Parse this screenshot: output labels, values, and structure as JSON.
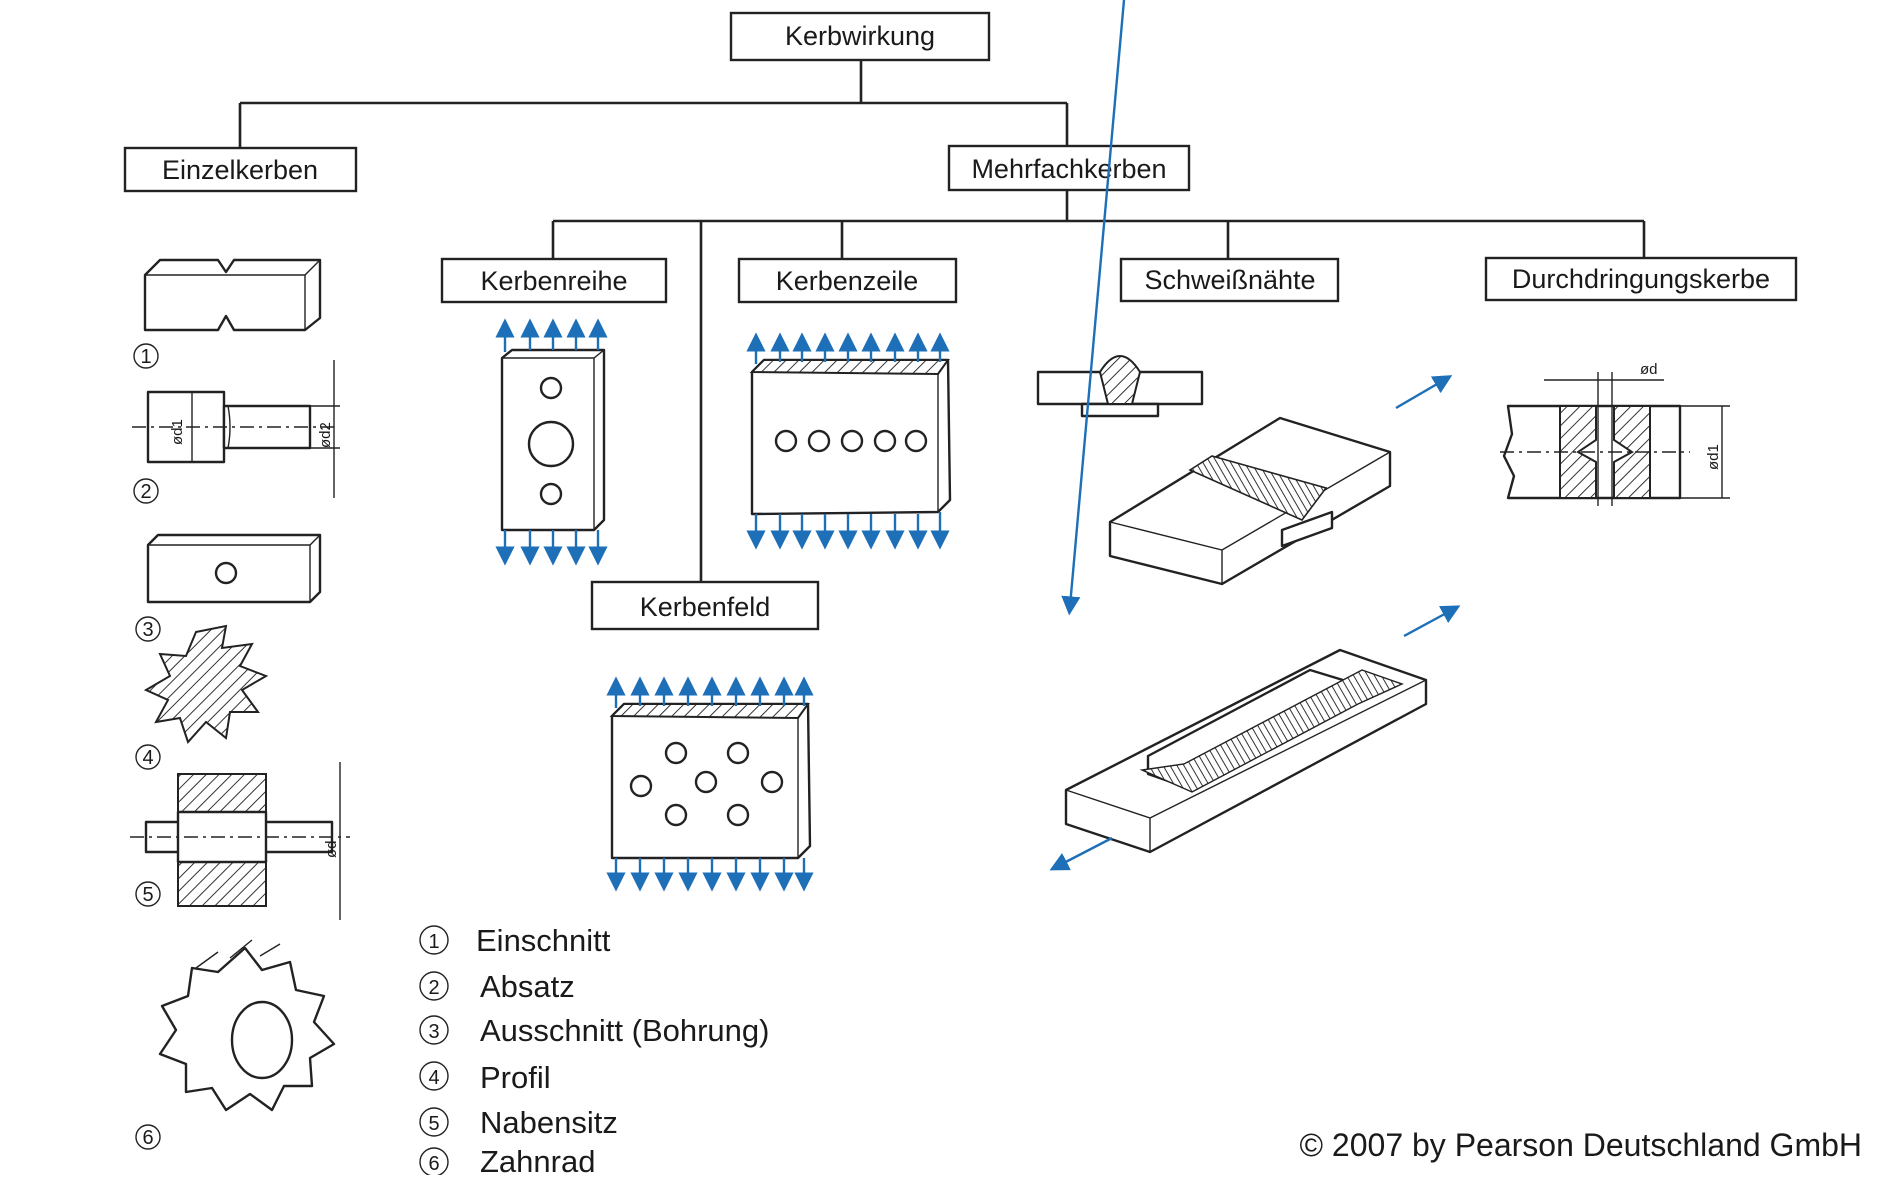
{
  "diagram": {
    "root": "Kerbwirkung",
    "branches": {
      "einzel": "Einzelkerben",
      "mehrfach": "Mehrfachkerben"
    },
    "sub": {
      "reihe": "Kerbenreihe",
      "feld": "Kerbenfeld",
      "zeile": "Kerbenzeile",
      "schweiss": "Schweißnähte",
      "durch": "Durchdringungskerbe"
    },
    "numbers": [
      "1",
      "2",
      "3",
      "4",
      "5",
      "6"
    ],
    "legend": [
      {
        "num": "1",
        "text": "Einschnitt"
      },
      {
        "num": "2",
        "text": "Absatz"
      },
      {
        "num": "3",
        "text": "Ausschnitt (Bohrung)"
      },
      {
        "num": "4",
        "text": "Profil"
      },
      {
        "num": "5",
        "text": "Nabensitz"
      },
      {
        "num": "6",
        "text": "Zahnrad"
      }
    ],
    "dimensions": {
      "d1": "ød1",
      "d2": "ød2",
      "d": "ød",
      "d_top": "ød",
      "d1_right": "ød1"
    },
    "copyright": "© 2007 by Pearson Deutschland GmbH",
    "colors": {
      "arrow": "#1d6fb8",
      "line": "#222222"
    }
  }
}
